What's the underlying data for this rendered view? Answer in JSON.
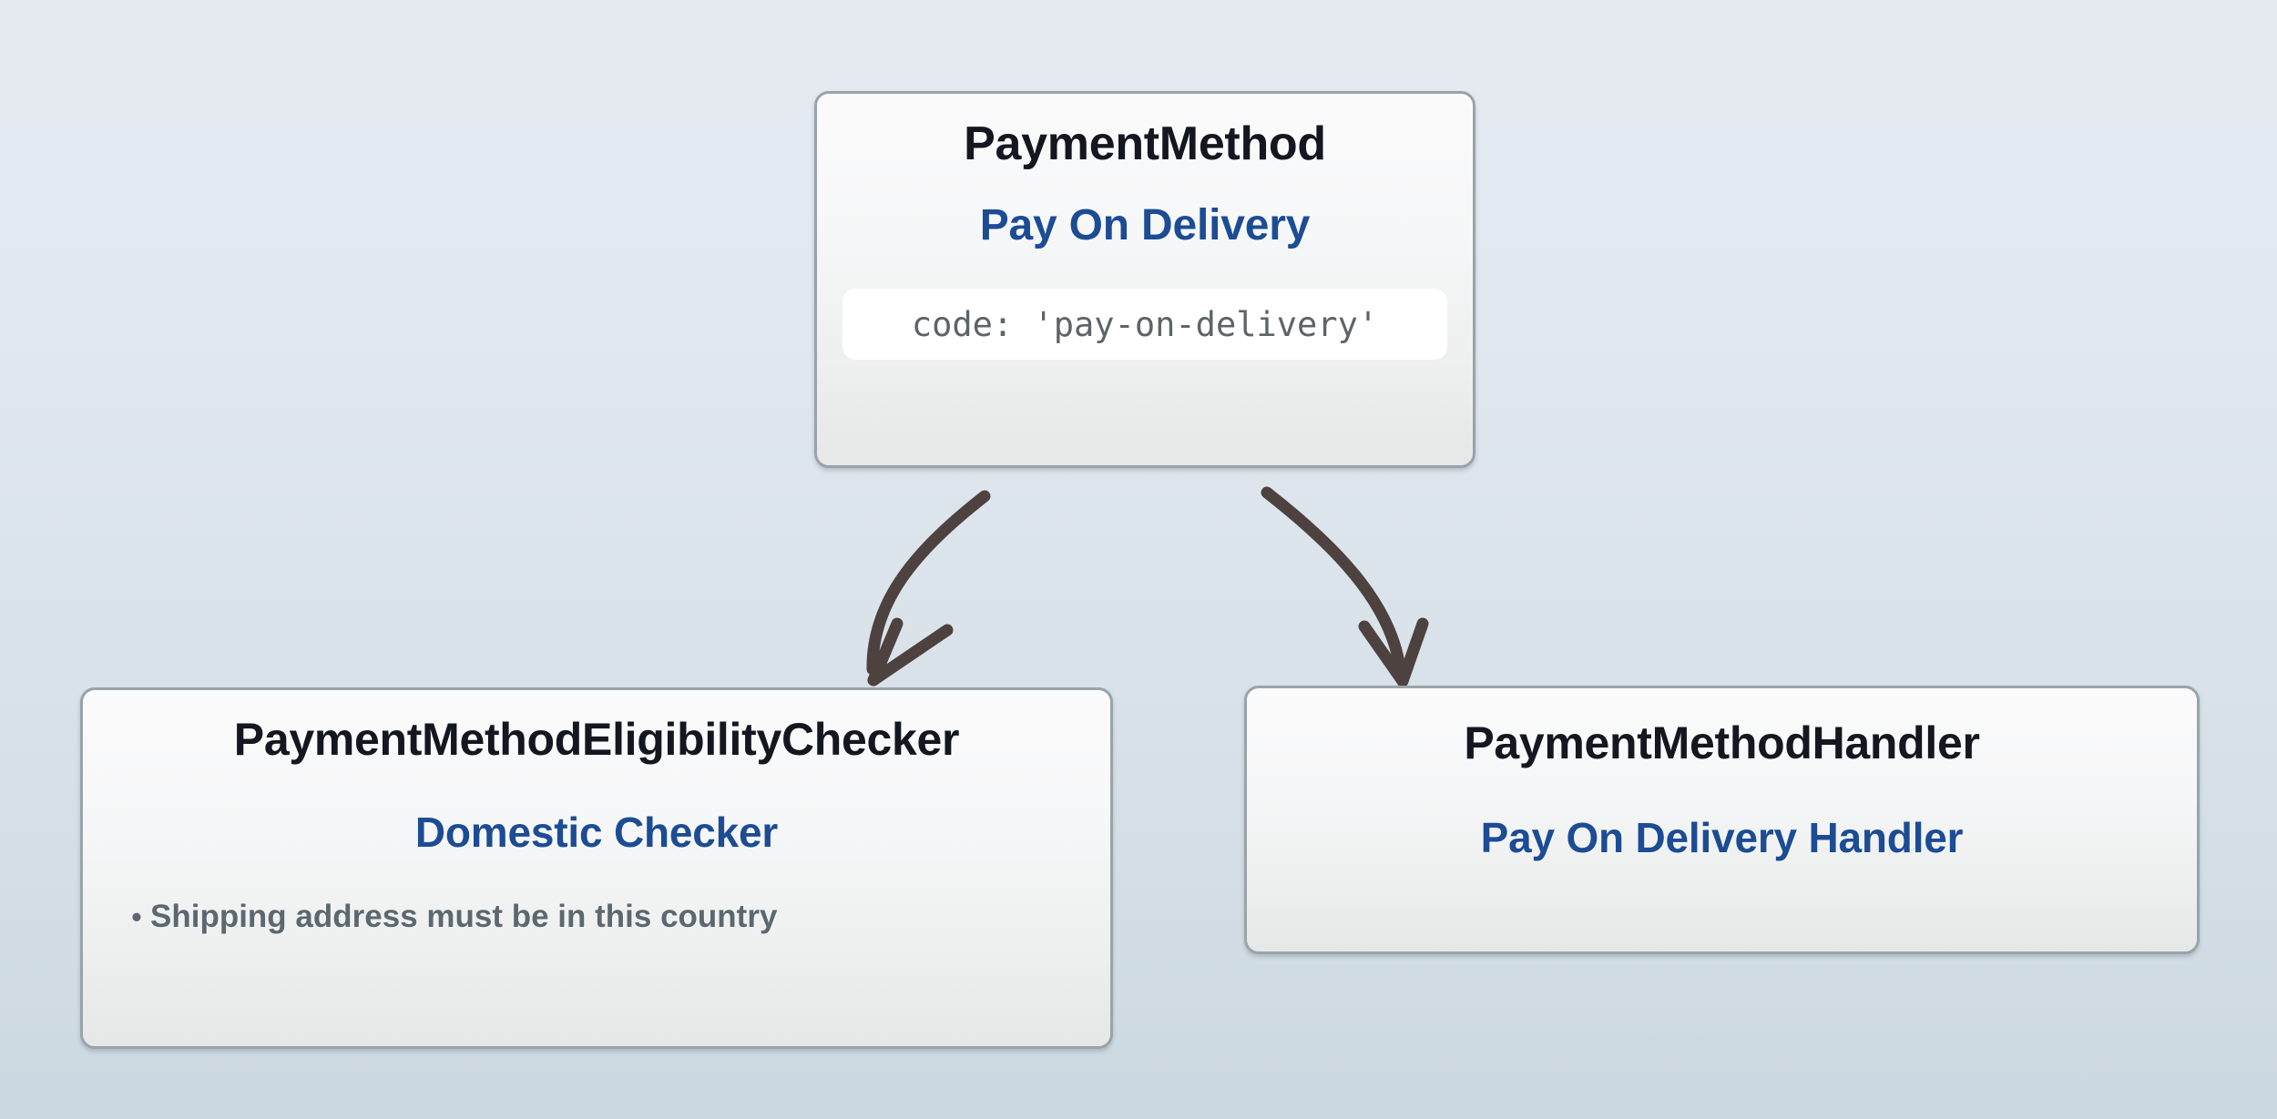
{
  "diagram": {
    "type": "class-relationship-diagram",
    "background_color": "#dde5ec",
    "accent_color": "#1c4c94",
    "title_color": "#14171f",
    "muted_color": "#5c6870",
    "edge_color": "#4e4241",
    "nodes": {
      "payment_method": {
        "type_label": "PaymentMethod",
        "name": "Pay On Delivery",
        "code_line": "code: 'pay-on-delivery'"
      },
      "eligibility_checker": {
        "type_label": "PaymentMethodEligibilityChecker",
        "name": "Domestic Checker",
        "criteria": [
          "Shipping address must be in this country"
        ],
        "bullet_glyph": "•"
      },
      "handler": {
        "type_label": "PaymentMethodHandler",
        "name": "Pay On Delivery Handler"
      }
    },
    "edges": [
      {
        "id": "edge-to-eligibility-checker",
        "from": "payment_method",
        "to": "eligibility_checker",
        "style": "curved-arrow"
      },
      {
        "id": "edge-to-handler",
        "from": "payment_method",
        "to": "handler",
        "style": "curved-arrow"
      }
    ]
  }
}
